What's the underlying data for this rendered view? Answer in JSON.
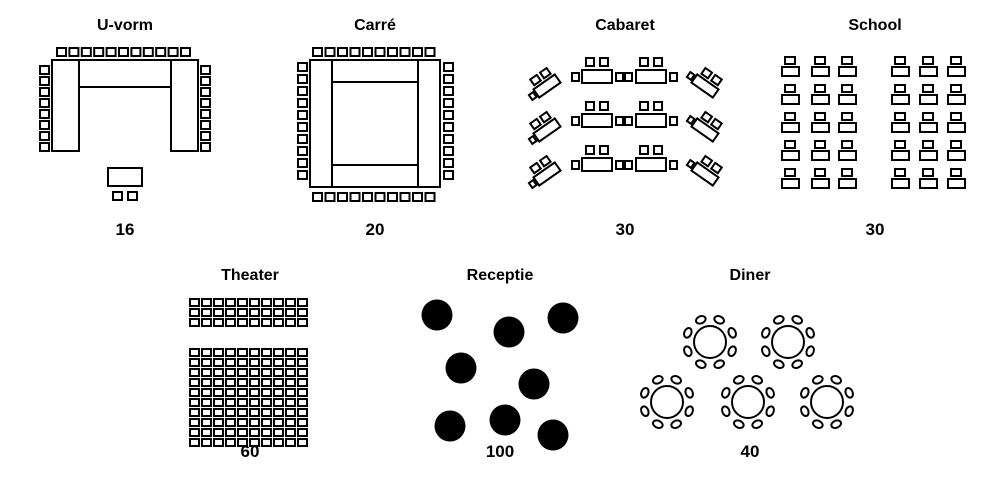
{
  "layouts": [
    {
      "name": "U-vorm",
      "capacity": "16"
    },
    {
      "name": "Carré",
      "capacity": "20"
    },
    {
      "name": "Cabaret",
      "capacity": "30"
    },
    {
      "name": "School",
      "capacity": "30"
    },
    {
      "name": "Theater",
      "capacity": "60"
    },
    {
      "name": "Receptie",
      "capacity": "100"
    },
    {
      "name": "Diner",
      "capacity": "40"
    }
  ]
}
